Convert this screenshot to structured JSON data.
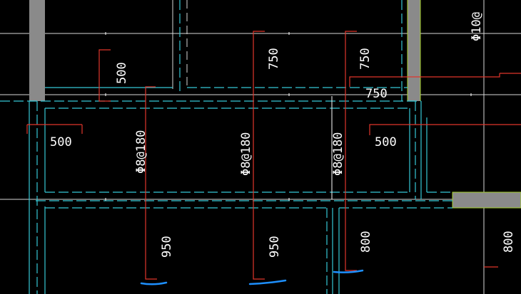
{
  "colors": {
    "background": "#000000",
    "grid_white": "#d9d9d9",
    "beam_cyan": "#35c8d6",
    "rebar_red": "#e0352b",
    "column_gray": "#8a8a8a",
    "edge_green": "#a6d12a",
    "annotation_blue": "#1e90ff",
    "text_white": "#ffffff"
  },
  "labels": {
    "dim_500_top": "500",
    "dim_750_mid": "750",
    "dim_750_right": "750",
    "dim_750_horiz": "750",
    "dim_500_left": "500",
    "dim_500_right": "500",
    "rebar_1": "Φ8@180",
    "rebar_2": "Φ8@180",
    "rebar_3": "Φ8@180",
    "rebar_top_right": "Φ10@",
    "dim_950_1": "950",
    "dim_950_2": "950",
    "dim_800_1": "800",
    "dim_800_2": "800"
  }
}
